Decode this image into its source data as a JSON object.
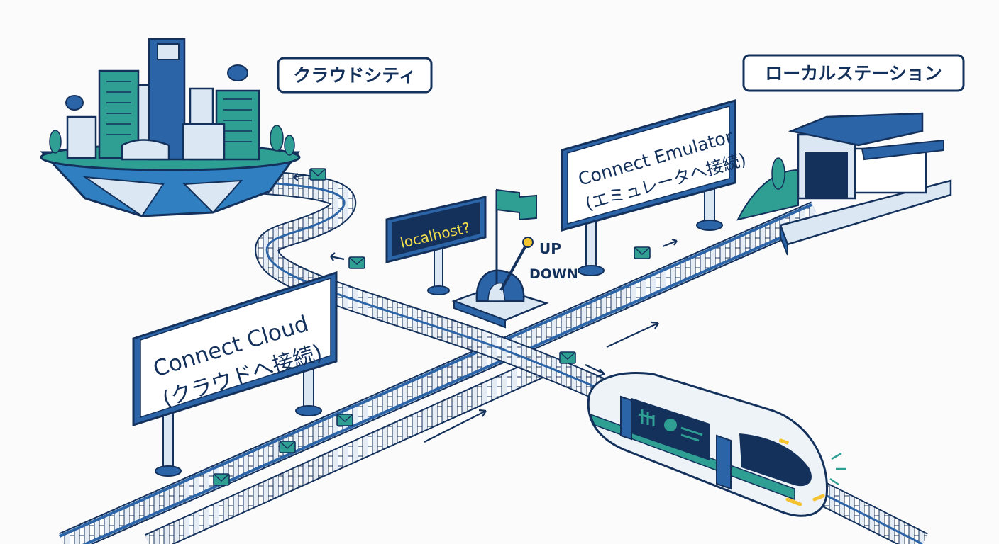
{
  "labels": {
    "cloud_city": "クラウドシティ",
    "local_station": "ローカルステーション",
    "sign_cloud_line1": "Connect Cloud",
    "sign_cloud_line2": "(クラウドへ接続)",
    "sign_emulator_line1": "Connect Emulator",
    "sign_emulator_line2": "(エミュレータへ接続)",
    "sign_localhost": "localhost?",
    "lever_up": "UP",
    "lever_down": "DOWN"
  },
  "icons": [
    "cloud-city-icon",
    "local-station-icon",
    "train-icon",
    "envelope-icon",
    "lever-icon",
    "flag-icon",
    "satellite-dish-icon",
    "arrow-icon"
  ],
  "colors": {
    "outline": "#14315c",
    "blue": "#2c64a8",
    "teal": "#2f9e93",
    "light_blue": "#dbe8f4",
    "background": "#fbfbfb"
  }
}
